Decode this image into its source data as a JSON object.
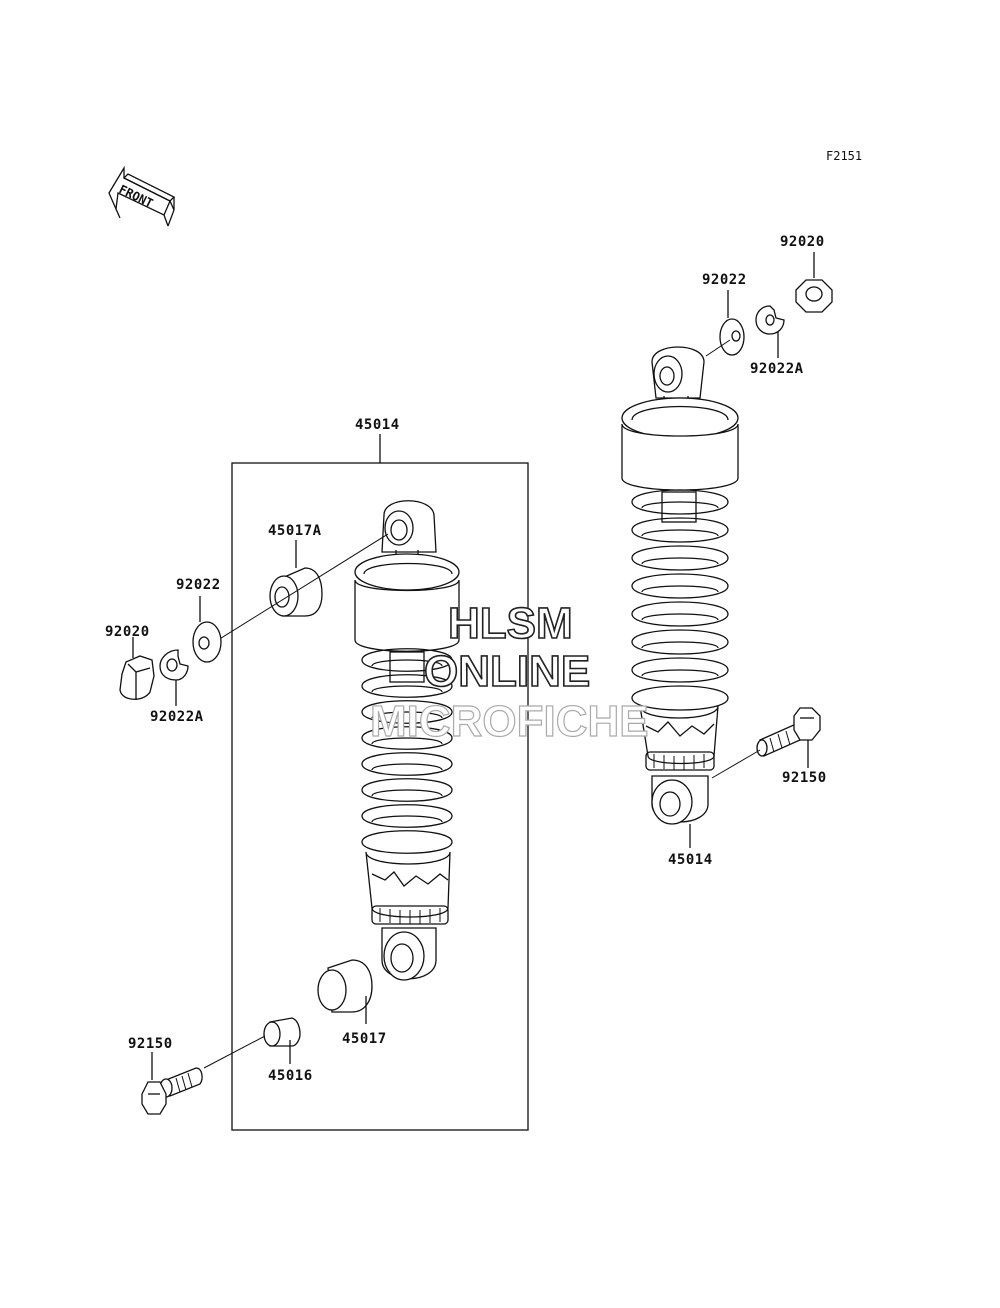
{
  "figure_code": "F2151",
  "front_arrow_label": "FRONT",
  "watermark": {
    "line1": "HLSM",
    "line2": "ONLINE",
    "line3": "MICROFICHE"
  },
  "left_assembly": {
    "group_label": "45014",
    "labels": {
      "bushing_top": "45017A",
      "washer": "92022",
      "nut": "92020",
      "lock_washer": "92022A",
      "bolt": "92150",
      "collar": "45016",
      "bushing_bottom": "45017"
    }
  },
  "right_assembly": {
    "labels": {
      "nut": "92020",
      "washer": "92022",
      "lock_washer": "92022A",
      "bolt": "92150",
      "shock": "45014"
    }
  }
}
